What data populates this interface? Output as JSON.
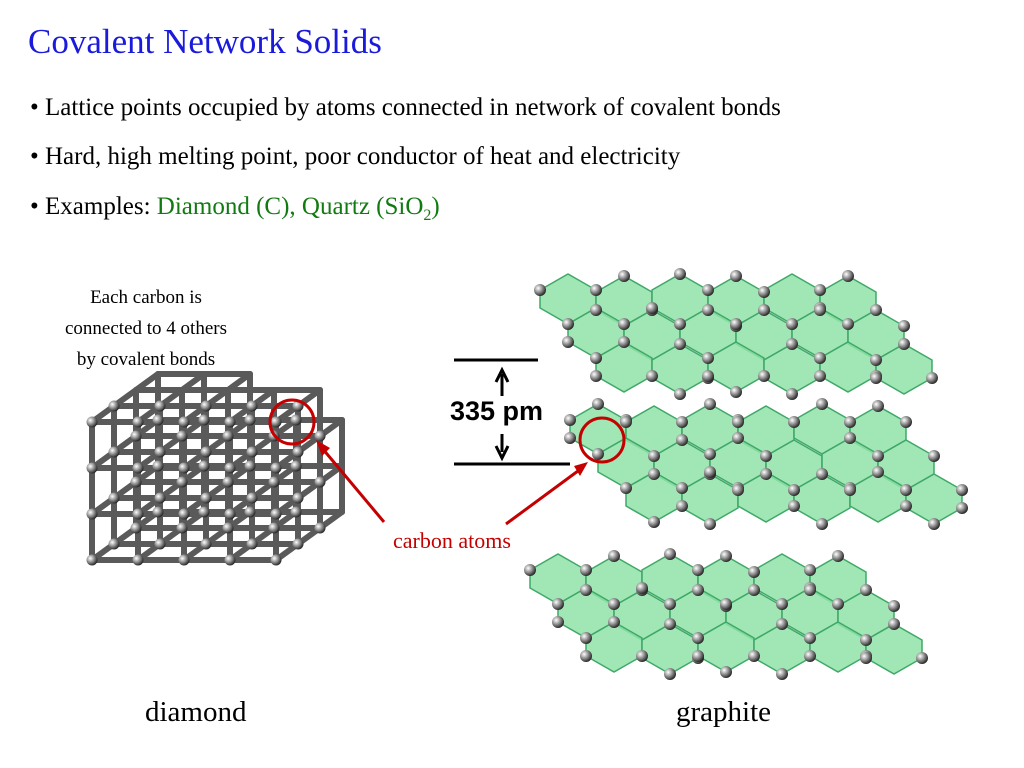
{
  "slide": {
    "title": "Covalent Network Solids",
    "bullets": {
      "b1": "• Lattice points occupied by atoms connected in network of covalent bonds",
      "b2": "• Hard, high melting point, poor conductor of heat and electricity",
      "b3_prefix": "• Examples: ",
      "b3_green_pre": "Diamond (C), Quartz (SiO",
      "b3_sub": "2",
      "b3_green_post": ")"
    },
    "figure": {
      "caption_lines": [
        "Each carbon is",
        "connected to 4 others",
        "by covalent bonds"
      ],
      "diamond_label": "diamond",
      "graphite_label": "graphite",
      "carbon_atoms_label": "carbon atoms",
      "spacing_label": "335 pm"
    },
    "colors": {
      "title": "#1a1adc",
      "example_text": "#117a11",
      "annotation_red": "#c40000",
      "graphite_sheet_fill": "#8fe3a8",
      "graphite_sheet_stroke": "#3fa868",
      "diamond_lattice": "#5a5a5a"
    }
  }
}
